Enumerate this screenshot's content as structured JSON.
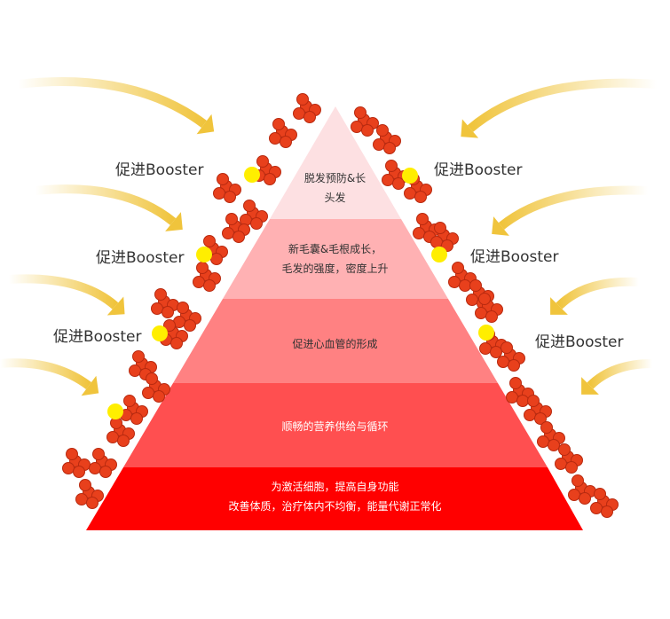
{
  "colors": {
    "tier1": "#fde0e2",
    "tier2": "#ffb1b3",
    "tier3": "#ff8182",
    "tier4": "#ff4f50",
    "tier5": "#ff0000",
    "arrow": "#f0c43c",
    "dot": "#ffee00",
    "cluster": "#e8401c"
  },
  "tiers": [
    {
      "line1": "脱发预防&长",
      "line2": "头发"
    },
    {
      "line1": "新毛囊&毛根成长，",
      "line2": "毛发的强度，密度上升"
    },
    {
      "line1": "促进心血管的形成"
    },
    {
      "line1": "顺畅的营养供给与循环"
    },
    {
      "line1": "为激活细胞，提高自身功能",
      "line2": "改善体质，治疗体内不均衡，能量代谢正常化"
    }
  ],
  "labels": [
    "促进Booster",
    "促进Booster",
    "促进Booster",
    "促进Booster",
    "促进Booster",
    "促进Booster"
  ]
}
